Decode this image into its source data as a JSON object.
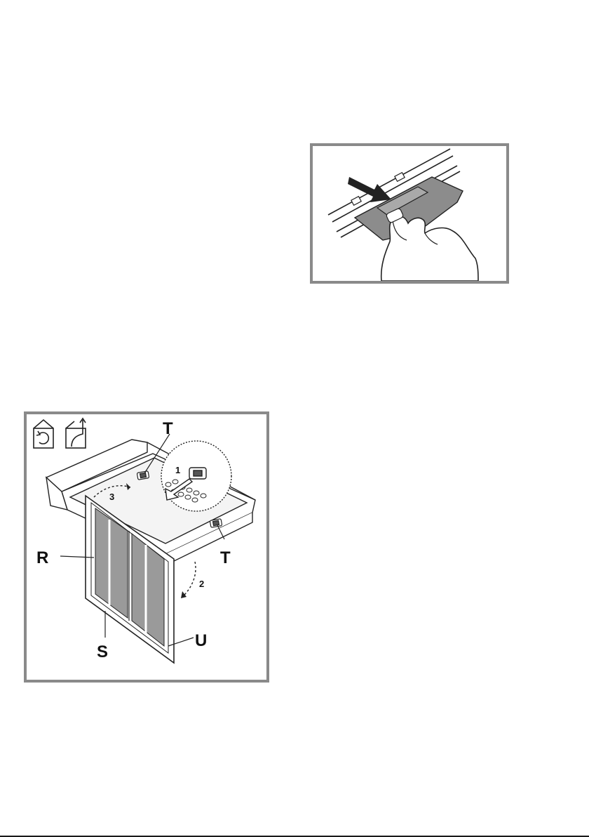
{
  "figure_top": {
    "icon_names": [
      "push-arrow-icon",
      "hand-icon"
    ]
  },
  "figure_bottom": {
    "icon_names": [
      "recirculation-mode-icon",
      "extraction-mode-icon"
    ],
    "labels": {
      "T_top": "T",
      "T_right": "T",
      "R": "R",
      "S": "S",
      "U": "U"
    },
    "steps": {
      "step1": "1",
      "step2": "2",
      "step3": "3"
    }
  }
}
